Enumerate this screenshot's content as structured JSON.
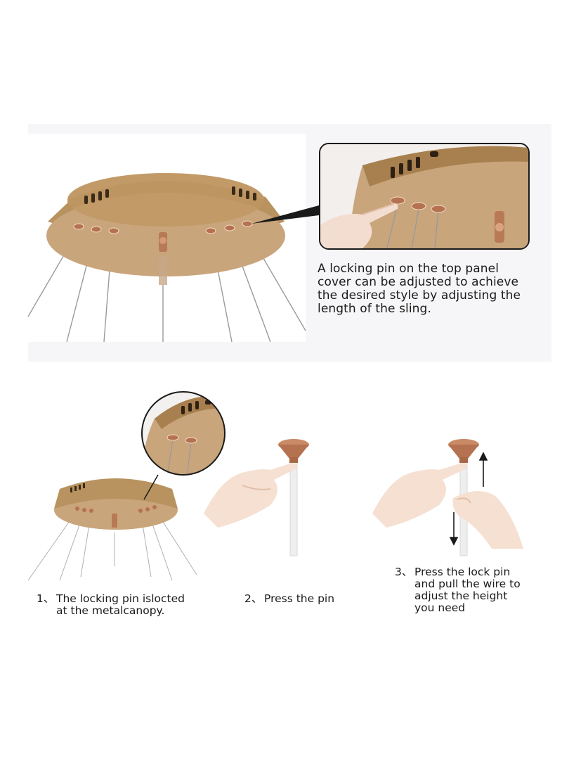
{
  "top_callout": {
    "lines": [
      "A locking pin on the top panel",
      "cover can be adjusted to achieve",
      "the desired style by adjusting the",
      "length of the sling."
    ]
  },
  "steps": [
    {
      "number": "1、",
      "lines": [
        "The locking pin islocted",
        "at the metalcanopy."
      ]
    },
    {
      "number": "2、",
      "lines": [
        "Press the pin"
      ]
    },
    {
      "number": "3、",
      "lines": [
        "Press the lock pin",
        "and pull the wire to",
        "adjust the height",
        "you need"
      ]
    }
  ],
  "colors": {
    "canopy_gold": "#c8a47a",
    "canopy_shadow": "#a98457",
    "pin_copper": "#c07a55",
    "wire": "#8a8a8a",
    "outline": "#1a1a1a"
  },
  "icons": [
    "canopy-illustration",
    "hand-pointing-icon",
    "hand-pulling-icon",
    "arrow-up-icon",
    "arrow-down-icon",
    "magnifier-callout"
  ]
}
